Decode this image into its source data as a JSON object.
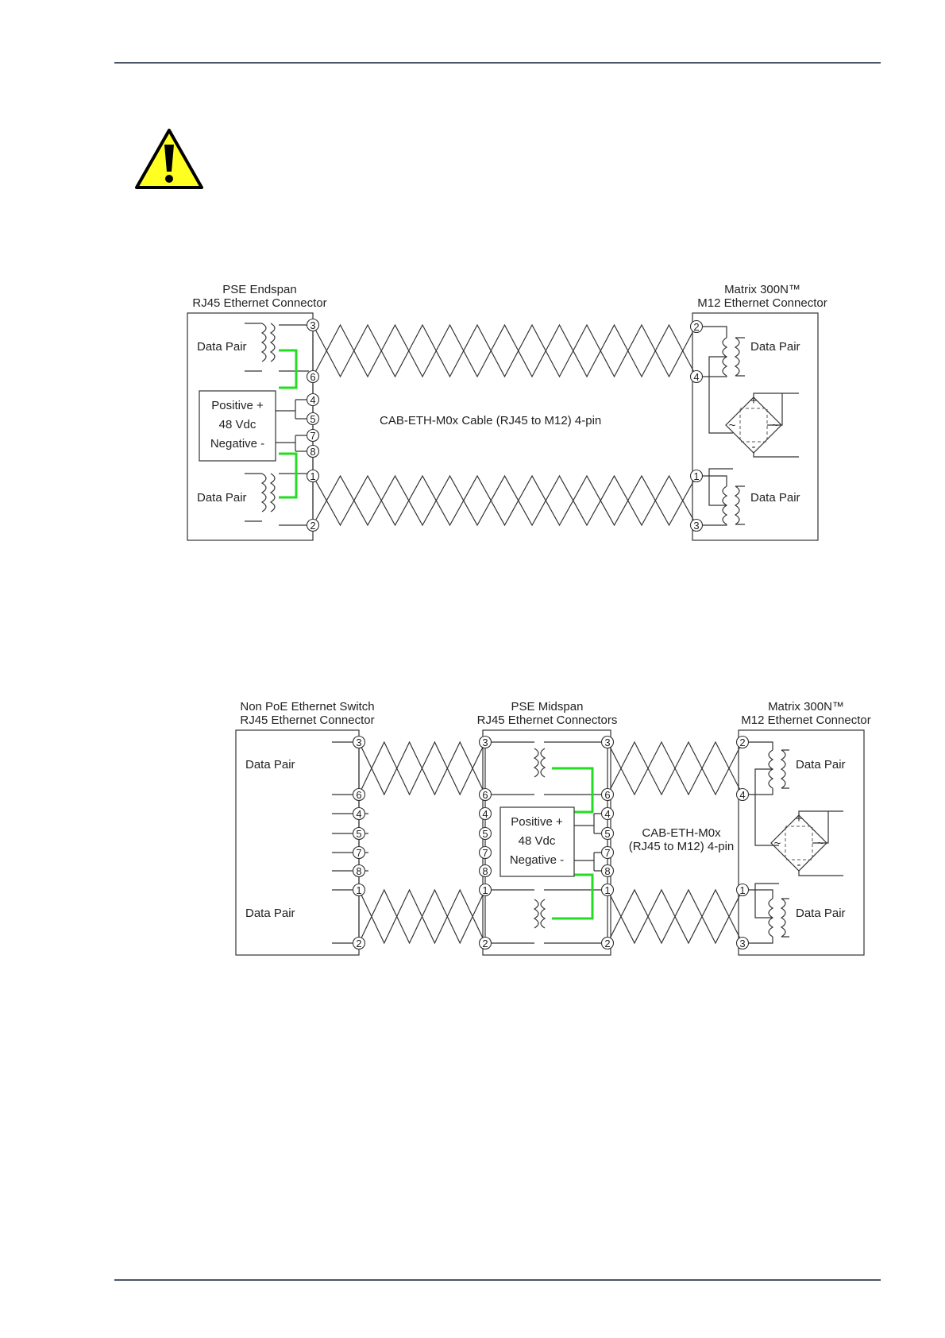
{
  "diagram1": {
    "left_title_1": "PSE Endspan",
    "left_title_2": "RJ45 Ethernet Connector",
    "right_title_1": "Matrix 300N™",
    "right_title_2": "M12 Ethernet Connector",
    "data_pair": "Data Pair",
    "psu_1": "Positive +",
    "psu_2": "48 Vdc",
    "psu_3": "Negative -",
    "cable": "CAB-ETH-M0x Cable (RJ45 to M12) 4-pin",
    "left_pins": [
      "3",
      "6",
      "4",
      "5",
      "7",
      "8",
      "1",
      "2"
    ],
    "right_pins": [
      "2",
      "4",
      "1",
      "3"
    ],
    "bridge_plus": "+",
    "bridge_minus": "-",
    "bridge_ac": "~"
  },
  "diagram2": {
    "switch_title_1": "Non PoE Ethernet Switch",
    "switch_title_2": "RJ45 Ethernet Connector",
    "mid_title_1": "PSE Midspan",
    "mid_title_2": "RJ45 Ethernet Connectors",
    "right_title_1": "Matrix 300N™",
    "right_title_2": "M12 Ethernet Connector",
    "data_pair": "Data Pair",
    "psu_1": "Positive +",
    "psu_2": "48 Vdc",
    "psu_3": "Negative -",
    "cable_1": "CAB-ETH-M0x",
    "cable_2": "(RJ45 to M12) 4-pin",
    "switch_pins": [
      "3",
      "6",
      "4",
      "5",
      "7",
      "8",
      "1",
      "2"
    ],
    "mid_left_pins": [
      "3",
      "6",
      "4",
      "5",
      "7",
      "8",
      "1",
      "2"
    ],
    "mid_right_pins": [
      "3",
      "6",
      "4",
      "5",
      "7",
      "8",
      "1",
      "2"
    ],
    "right_pins": [
      "2",
      "4",
      "1",
      "3"
    ],
    "bridge_plus": "+",
    "bridge_minus": "-",
    "bridge_ac": "~"
  }
}
